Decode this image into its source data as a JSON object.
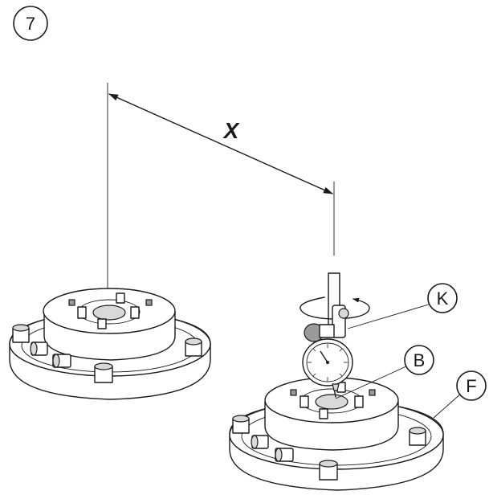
{
  "step_number": "7",
  "dimension_label": "X",
  "callouts": {
    "k": "K",
    "b": "B",
    "f": "F"
  }
}
